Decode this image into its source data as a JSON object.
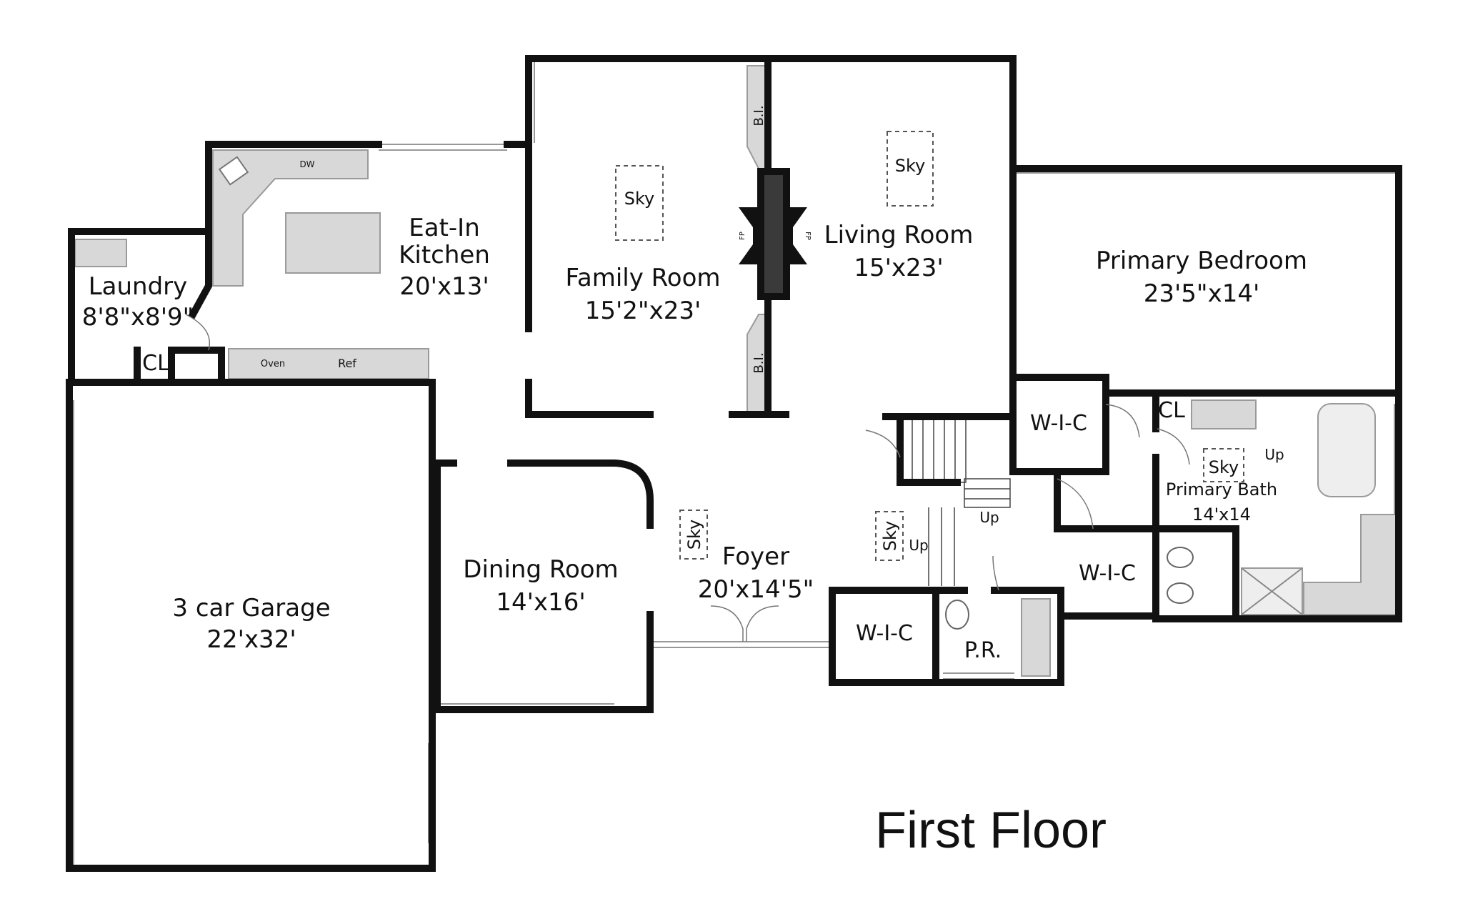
{
  "title": "First Floor",
  "rooms": {
    "laundry": {
      "name": "Laundry",
      "size": "8'8\"x8'9\""
    },
    "kitchen": {
      "name_line1": "Eat-In",
      "name_line2": "Kitchen",
      "size": "20'x13'"
    },
    "family": {
      "name": "Family Room",
      "size": "15'2\"x23'"
    },
    "living": {
      "name": "Living Room",
      "size": "15'x23'"
    },
    "primary_bedroom": {
      "name": "Primary Bedroom",
      "size": "23'5\"x14'"
    },
    "garage": {
      "name": "3 car Garage",
      "size": "22'x32'"
    },
    "dining": {
      "name": "Dining Room",
      "size": "14'x16'"
    },
    "foyer": {
      "name": "Foyer",
      "size": "20'x14'5\""
    },
    "primary_bath": {
      "name": "Primary Bath",
      "size": "14'x14"
    },
    "powder": {
      "name": "P.R."
    }
  },
  "labels": {
    "closet": "CL",
    "walk_in_closet": "W-I-C",
    "skylight": "Sky",
    "built_in": "B.I.",
    "up": "Up",
    "dishwasher": "DW",
    "oven": "Oven",
    "refrigerator": "Ref",
    "fireplace": "FP"
  }
}
